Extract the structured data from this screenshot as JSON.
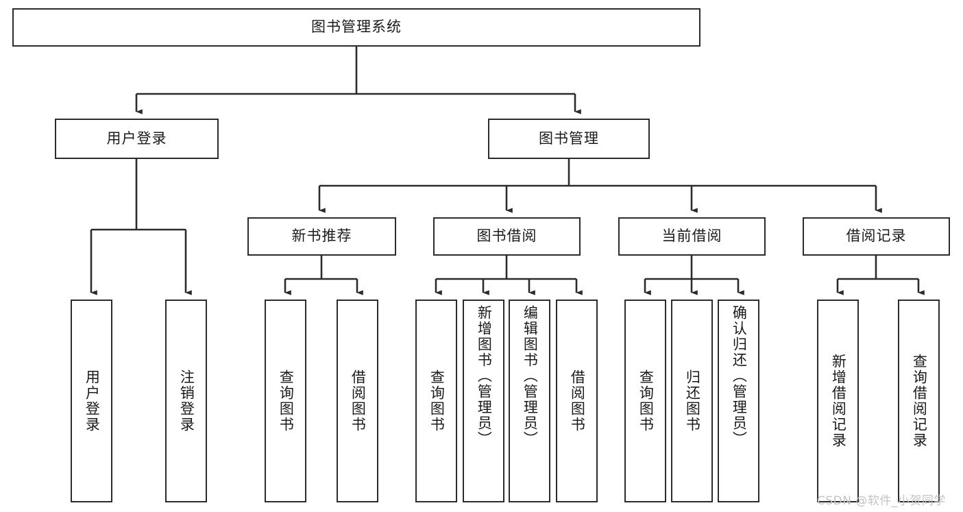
{
  "diagram": {
    "title": "图书管理系统",
    "type": "tree",
    "root": {
      "label": "图书管理系统"
    },
    "level1": [
      {
        "label": "用户登录"
      },
      {
        "label": "图书管理"
      }
    ],
    "level2": [
      {
        "label": "新书推荐"
      },
      {
        "label": "图书借阅"
      },
      {
        "label": "当前借阅"
      },
      {
        "label": "借阅记录"
      }
    ],
    "leaves": {
      "user_login": [
        {
          "label": "用户登录"
        },
        {
          "label": "注销登录"
        }
      ],
      "new_book_recommend": [
        {
          "label": "查询图书"
        },
        {
          "label": "借阅图书"
        }
      ],
      "book_borrow": [
        {
          "label": "查询图书"
        },
        {
          "label": "新增图书（管理员）"
        },
        {
          "label": "编辑图书（管理员）"
        },
        {
          "label": "借阅图书"
        }
      ],
      "current_borrow": [
        {
          "label": "查询图书"
        },
        {
          "label": "归还图书"
        },
        {
          "label": "确认归还（管理员）"
        }
      ],
      "borrow_record": [
        {
          "label": "新增借阅记录"
        },
        {
          "label": "查询借阅记录"
        }
      ]
    }
  },
  "watermark": {
    "text": "CSDN @软件_小贺同学"
  },
  "colors": {
    "stroke": "#2b2b2b",
    "fill": "#ffffff",
    "text": "#1a1a1a",
    "watermark": "#c3c3c3"
  }
}
